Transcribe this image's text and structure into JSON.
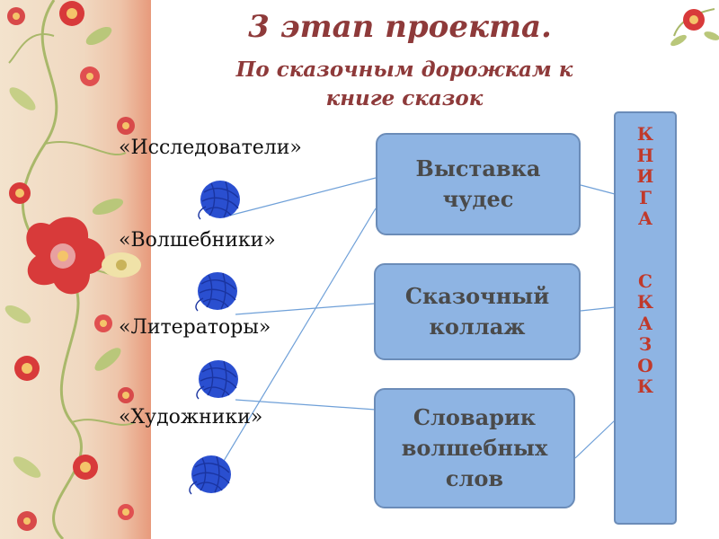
{
  "slide": {
    "title": "3 этап проекта.",
    "subtitle_line1": "По сказочным дорожкам к",
    "subtitle_line2": "книге сказок"
  },
  "groups": [
    "«Исследователи»",
    "«Волшебники»",
    "«Литераторы»",
    "«Художники»"
  ],
  "activities": {
    "exhibition": [
      "Выставка",
      "чудес"
    ],
    "collage": [
      "Сказочный",
      "коллаж"
    ],
    "dictionary": [
      "Словарик",
      "волшебных",
      "слов"
    ]
  },
  "book": {
    "letters": [
      "К",
      "Н",
      "И",
      "Г",
      "А",
      "",
      "С",
      "К",
      "А",
      "З",
      "О",
      "К"
    ]
  },
  "colors": {
    "title": "#8e3a3a",
    "box_fill": "#8eb4e3",
    "box_border": "#6b8cb8",
    "book_letters": "#c0392b",
    "yarn": "#2a4fd0",
    "connector": "#6fa0d8"
  },
  "icons": [
    "ornament-border",
    "yarn-ball-icon",
    "corner-flower-icon"
  ]
}
